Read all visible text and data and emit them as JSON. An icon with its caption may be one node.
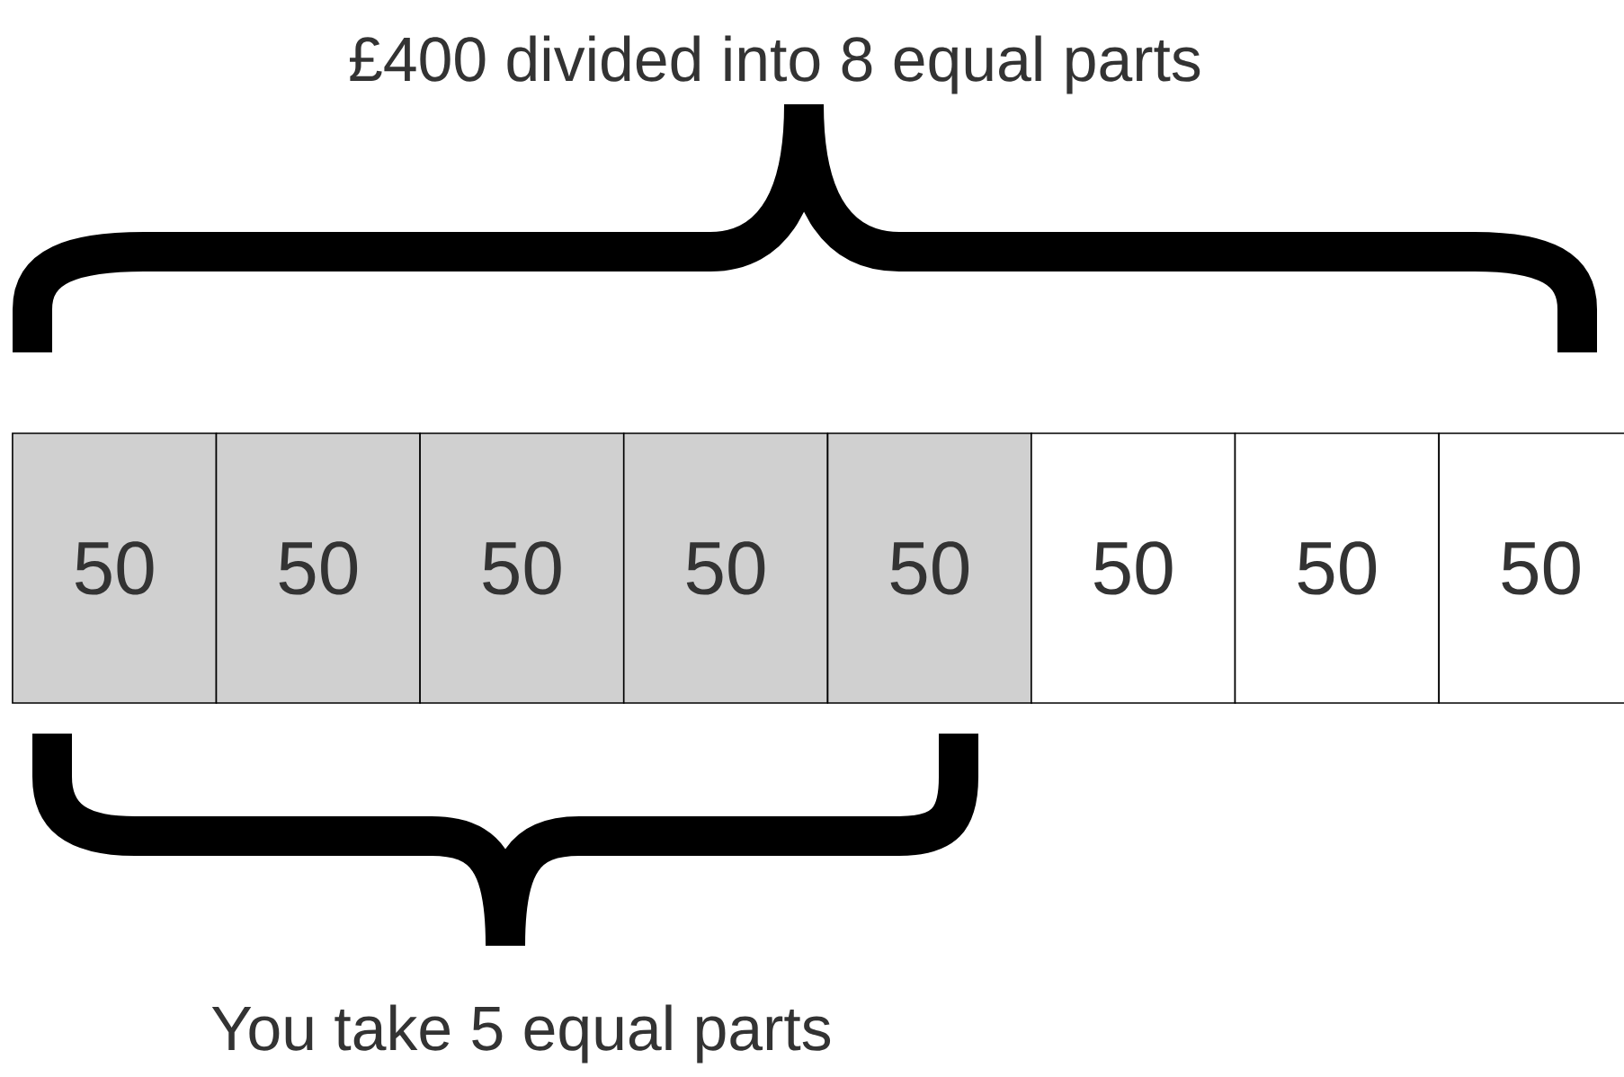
{
  "diagram": {
    "nodes": [
      {
        "text": [
          "50"
        ]
      },
      {
        "text": [
          "50"
        ]
      },
      {
        "text": [
          "50"
        ]
      },
      {
        "text": [
          "50"
        ]
      },
      {
        "text": [
          "50"
        ]
      },
      {
        "text": [
          "50"
        ]
      },
      {
        "text": [
          "50"
        ]
      },
      {
        "text": [
          "50"
        ]
      }
    ],
    "labels": [
      "£400 divided into 8 equal parts",
      "You take 5 equal parts"
    ]
  }
}
